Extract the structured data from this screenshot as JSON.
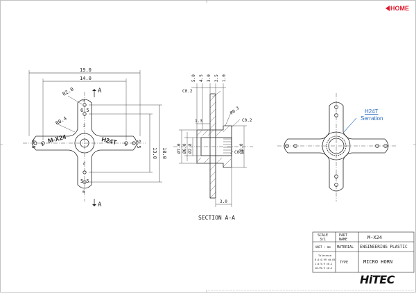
{
  "nav": {
    "home_label": "HOME"
  },
  "brand": {
    "logo": "HiTEC"
  },
  "front_view": {
    "dim_width_outer": "19.0",
    "dim_width_inner": "14.0",
    "dim_height_outer": "18.0",
    "dim_height_inner": "13.0",
    "radius_outer": "R2.0",
    "radius_inner": "R0.4",
    "hole_top_outer": "a",
    "hole_top_inner": "6.5",
    "hole_bottom_inner": "5.5",
    "hole_bottom_outer": "6",
    "hole_left": "9.5",
    "hole_right": "9.5",
    "hole_mark_left": "1",
    "hole_mark_right": "2",
    "center_mark_top": "2",
    "center_mark_bottom": "C",
    "section_mark": "A",
    "model_left": "M-X24",
    "model_right": "H24T"
  },
  "section_view": {
    "dims_top": [
      "5.0",
      "4.5",
      "3.0",
      "2.5",
      "1.0"
    ],
    "chamfer_top": "C0.2",
    "chamfer_right": "C0.2",
    "radius": "R0.3",
    "dim_left": "1.3",
    "dia_outer": "Ø7.0",
    "dia_mid": "Ø6.0",
    "dia_inner": "Ø2.8",
    "dia_right": "Ø8.0",
    "chamfer_bottom": "C0.5",
    "dim_bottom": "3.0",
    "caption": "SECTION A-A"
  },
  "rear_view": {
    "callout_label": "H24T",
    "callout_sub": "Serration"
  },
  "title_block": {
    "scale_label": "SCALE",
    "scale_value": "3/1",
    "part_label_1": "PART",
    "part_label_2": "NAME",
    "part_value": "M-X24",
    "unit_label": "UNIT : mm",
    "material_label": "MATERIAL",
    "material_value": "ENGINEERING PLASTIC",
    "tolerance_label": "Tolerance",
    "tolerance_lines": [
      "0.0-0.99 ±0.05",
      "1.0-9.9 ±0.1",
      "10-99.9 ±0.2"
    ],
    "type_label": "TYPE",
    "type_value": "MICRO HORN"
  },
  "colors": {
    "accent": "#e0152b",
    "callout": "#2a6bbf",
    "line": "#222222"
  }
}
